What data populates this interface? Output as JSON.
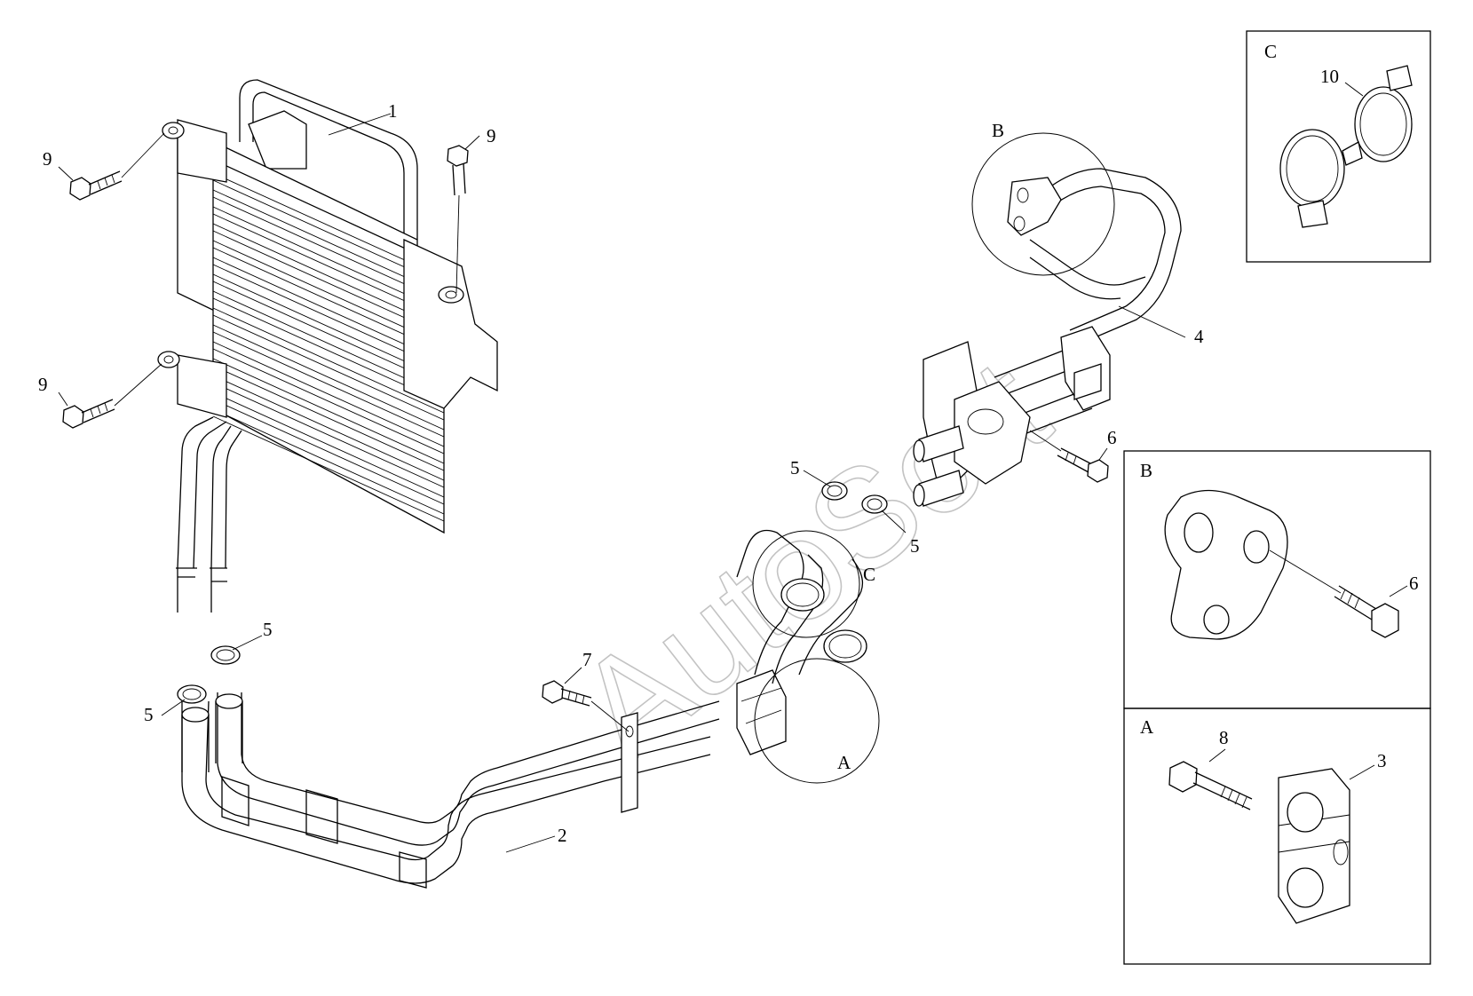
{
  "watermark": "AutoSoft",
  "callouts": {
    "c1": "1",
    "c2": "2",
    "c4": "4",
    "c5a": "5",
    "c5b": "5",
    "c5c": "5",
    "c5d": "5",
    "c6a": "6",
    "c7": "7",
    "c9a": "9",
    "c9b": "9",
    "c9c": "9"
  },
  "detail_refs": {
    "ref_b": "B",
    "ref_c": "C",
    "ref_a": "A"
  },
  "insets": {
    "c": {
      "title": "C",
      "callout": "10"
    },
    "b": {
      "title": "B",
      "callout": "6"
    },
    "a": {
      "title": "A",
      "callout_bolt": "8",
      "callout_clamp": "3"
    }
  },
  "colors": {
    "line": "#000000",
    "background": "#ffffff"
  }
}
